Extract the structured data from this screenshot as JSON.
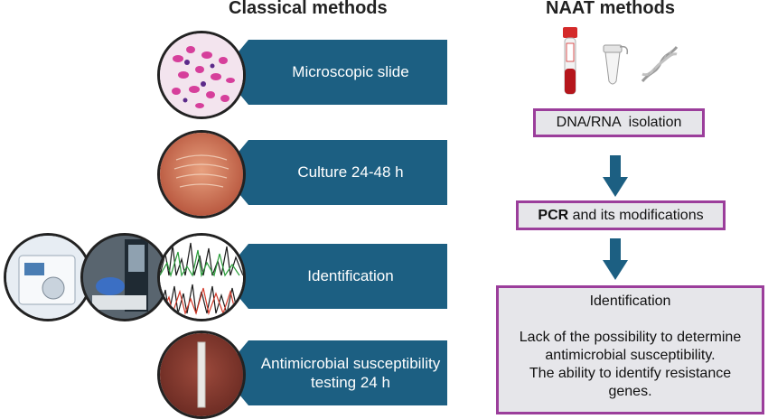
{
  "headings": {
    "left": "Classical methods",
    "right": "NAAT methods"
  },
  "classical_steps": [
    {
      "label": "Microscopic slide"
    },
    {
      "label": "Culture 24-48 h"
    },
    {
      "label": "Identification"
    },
    {
      "label": "Antimicrobial susceptibility testing 24 h"
    }
  ],
  "naat_steps": {
    "isolation": "DNA/RNA  isolation",
    "pcr_bold": "PCR",
    "pcr_rest": " and its modifications",
    "result_title": "Identification",
    "result_line1": "Lack of the possibility to determine antimicrobial susceptibility.",
    "result_line2": "The ability to identify resistance genes."
  },
  "colors": {
    "banner": "#1c5f82",
    "box_border": "#9b3e9b",
    "box_fill": "#e6e6ea",
    "arrow": "#1c5f82"
  }
}
